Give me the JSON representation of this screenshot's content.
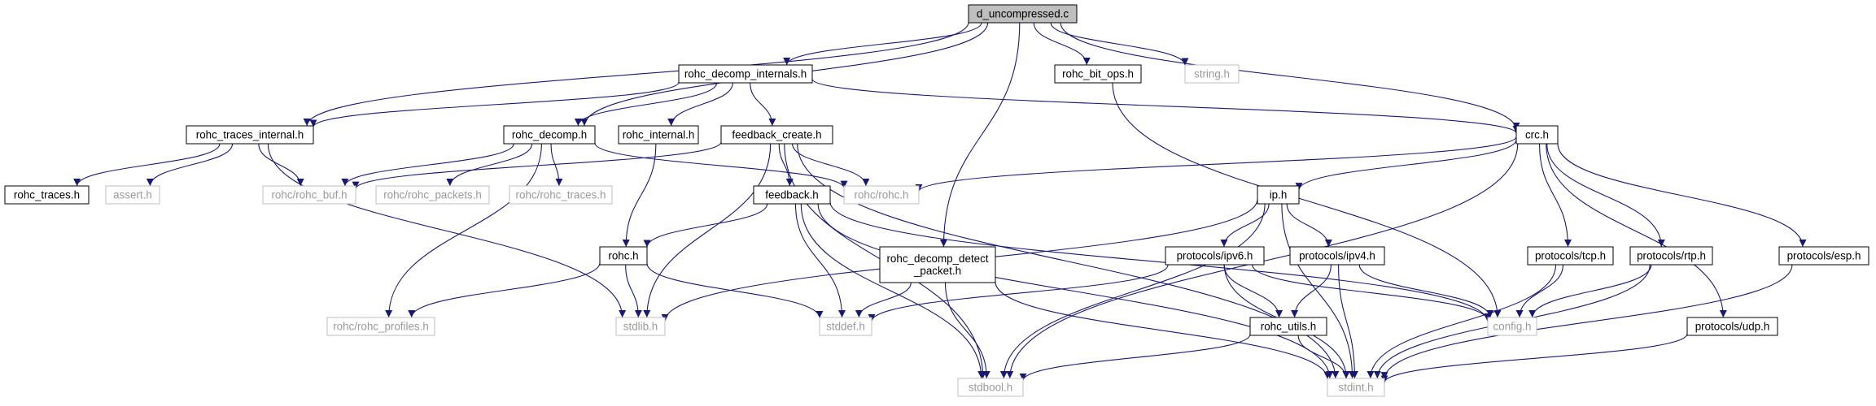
{
  "nodes": [
    {
      "id": "d_uncompressed",
      "label": "d_uncompressed.c",
      "style": "root"
    },
    {
      "id": "rohc_decomp_internals",
      "label": "rohc_decomp_internals.h",
      "style": "internal"
    },
    {
      "id": "rohc_bit_ops",
      "label": "rohc_bit_ops.h",
      "style": "internal"
    },
    {
      "id": "string",
      "label": "string.h",
      "style": "external"
    },
    {
      "id": "rohc_traces_internal",
      "label": "rohc_traces_internal.h",
      "style": "internal"
    },
    {
      "id": "rohc_decomp",
      "label": "rohc_decomp.h",
      "style": "internal"
    },
    {
      "id": "rohc_internal",
      "label": "rohc_internal.h",
      "style": "internal"
    },
    {
      "id": "feedback_create",
      "label": "feedback_create.h",
      "style": "internal"
    },
    {
      "id": "crc",
      "label": "crc.h",
      "style": "internal"
    },
    {
      "id": "rohc_traces",
      "label": "rohc_traces.h",
      "style": "internal"
    },
    {
      "id": "assert",
      "label": "assert.h",
      "style": "external"
    },
    {
      "id": "rohc_buf",
      "label": "rohc/rohc_buf.h",
      "style": "external"
    },
    {
      "id": "rohc_packets",
      "label": "rohc/rohc_packets.h",
      "style": "external"
    },
    {
      "id": "rohc_traces_ext",
      "label": "rohc/rohc_traces.h",
      "style": "external"
    },
    {
      "id": "rohc_rohc",
      "label": "rohc/rohc.h",
      "style": "external"
    },
    {
      "id": "feedback",
      "label": "feedback.h",
      "style": "internal"
    },
    {
      "id": "ip",
      "label": "ip.h",
      "style": "internal"
    },
    {
      "id": "rohc",
      "label": "rohc.h",
      "style": "internal"
    },
    {
      "id": "rohc_decomp_detect_packet",
      "label": "rohc_decomp_detect\n_packet.h",
      "style": "internal"
    },
    {
      "id": "protocols_ipv6",
      "label": "protocols/ipv6.h",
      "style": "internal"
    },
    {
      "id": "protocols_ipv4",
      "label": "protocols/ipv4.h",
      "style": "internal"
    },
    {
      "id": "protocols_tcp",
      "label": "protocols/tcp.h",
      "style": "internal"
    },
    {
      "id": "protocols_rtp",
      "label": "protocols/rtp.h",
      "style": "internal"
    },
    {
      "id": "protocols_esp",
      "label": "protocols/esp.h",
      "style": "internal"
    },
    {
      "id": "rohc_profiles",
      "label": "rohc/rohc_profiles.h",
      "style": "external"
    },
    {
      "id": "stdlib",
      "label": "stdlib.h",
      "style": "external"
    },
    {
      "id": "stddef",
      "label": "stddef.h",
      "style": "external"
    },
    {
      "id": "rohc_utils",
      "label": "rohc_utils.h",
      "style": "internal"
    },
    {
      "id": "config",
      "label": "config.h",
      "style": "external"
    },
    {
      "id": "protocols_udp",
      "label": "protocols/udp.h",
      "style": "internal"
    },
    {
      "id": "stdbool",
      "label": "stdbool.h",
      "style": "external"
    },
    {
      "id": "stdint",
      "label": "stdint.h",
      "style": "external"
    }
  ],
  "edges": [
    [
      "d_uncompressed",
      "rohc_decomp_internals"
    ],
    [
      "d_uncompressed",
      "rohc_bit_ops"
    ],
    [
      "d_uncompressed",
      "string"
    ],
    [
      "d_uncompressed",
      "rohc_traces_internal"
    ],
    [
      "d_uncompressed",
      "rohc_decomp"
    ],
    [
      "d_uncompressed",
      "crc"
    ],
    [
      "d_uncompressed",
      "rohc_decomp_detect_packet"
    ],
    [
      "rohc_decomp_internals",
      "rohc_traces_internal"
    ],
    [
      "rohc_decomp_internals",
      "rohc_decomp"
    ],
    [
      "rohc_decomp_internals",
      "rohc_internal"
    ],
    [
      "rohc_decomp_internals",
      "feedback_create"
    ],
    [
      "rohc_decomp_internals",
      "crc"
    ],
    [
      "rohc_bit_ops",
      "config"
    ],
    [
      "rohc_traces_internal",
      "rohc_traces"
    ],
    [
      "rohc_traces_internal",
      "assert"
    ],
    [
      "rohc_traces_internal",
      "rohc_buf"
    ],
    [
      "rohc_traces_internal",
      "stdlib"
    ],
    [
      "rohc_decomp",
      "rohc_buf"
    ],
    [
      "rohc_decomp",
      "rohc_packets"
    ],
    [
      "rohc_decomp",
      "rohc_traces_ext"
    ],
    [
      "rohc_decomp",
      "rohc_rohc"
    ],
    [
      "rohc_decomp",
      "rohc_profiles"
    ],
    [
      "rohc_internal",
      "rohc"
    ],
    [
      "feedback_create",
      "rohc_buf"
    ],
    [
      "feedback_create",
      "rohc_rohc"
    ],
    [
      "feedback_create",
      "feedback"
    ],
    [
      "feedback_create",
      "stdlib"
    ],
    [
      "feedback_create",
      "stdbool"
    ],
    [
      "feedback_create",
      "stdint"
    ],
    [
      "crc",
      "rohc_rohc"
    ],
    [
      "crc",
      "ip"
    ],
    [
      "crc",
      "protocols_tcp"
    ],
    [
      "crc",
      "protocols_rtp"
    ],
    [
      "crc",
      "protocols_esp"
    ],
    [
      "crc",
      "protocols_udp"
    ],
    [
      "crc",
      "stdbool"
    ],
    [
      "feedback",
      "rohc"
    ],
    [
      "feedback",
      "stddef"
    ],
    [
      "feedback",
      "stdbool"
    ],
    [
      "feedback",
      "stdint"
    ],
    [
      "feedback",
      "config"
    ],
    [
      "ip",
      "stdlib"
    ],
    [
      "ip",
      "protocols_ipv6"
    ],
    [
      "ip",
      "protocols_ipv4"
    ],
    [
      "ip",
      "stdbool"
    ],
    [
      "ip",
      "stdint"
    ],
    [
      "rohc",
      "rohc_profiles"
    ],
    [
      "rohc",
      "stdlib"
    ],
    [
      "rohc",
      "stddef"
    ],
    [
      "rohc_decomp_detect_packet",
      "stddef"
    ],
    [
      "rohc_decomp_detect_packet",
      "stdbool"
    ],
    [
      "rohc_decomp_detect_packet",
      "stdint"
    ],
    [
      "protocols_ipv6",
      "stddef"
    ],
    [
      "protocols_ipv6",
      "rohc_utils"
    ],
    [
      "protocols_ipv6",
      "config"
    ],
    [
      "protocols_ipv6",
      "stdint"
    ],
    [
      "protocols_ipv4",
      "rohc_utils"
    ],
    [
      "protocols_ipv4",
      "config"
    ],
    [
      "protocols_ipv4",
      "stdint"
    ],
    [
      "rohc_utils",
      "stdbool"
    ],
    [
      "rohc_utils",
      "stdint"
    ],
    [
      "protocols_tcp",
      "config"
    ],
    [
      "protocols_tcp",
      "stdint"
    ],
    [
      "protocols_rtp",
      "config"
    ],
    [
      "protocols_rtp",
      "stdint"
    ],
    [
      "protocols_esp",
      "stdint"
    ],
    [
      "protocols_udp",
      "stdint"
    ]
  ],
  "colors": {
    "edge": "#191970",
    "root_fill": "#bfbfbf",
    "internal_border": "#000000",
    "external_border": "#bfbfbf",
    "external_text": "#9a9a9a",
    "fill": "#ffffff"
  }
}
